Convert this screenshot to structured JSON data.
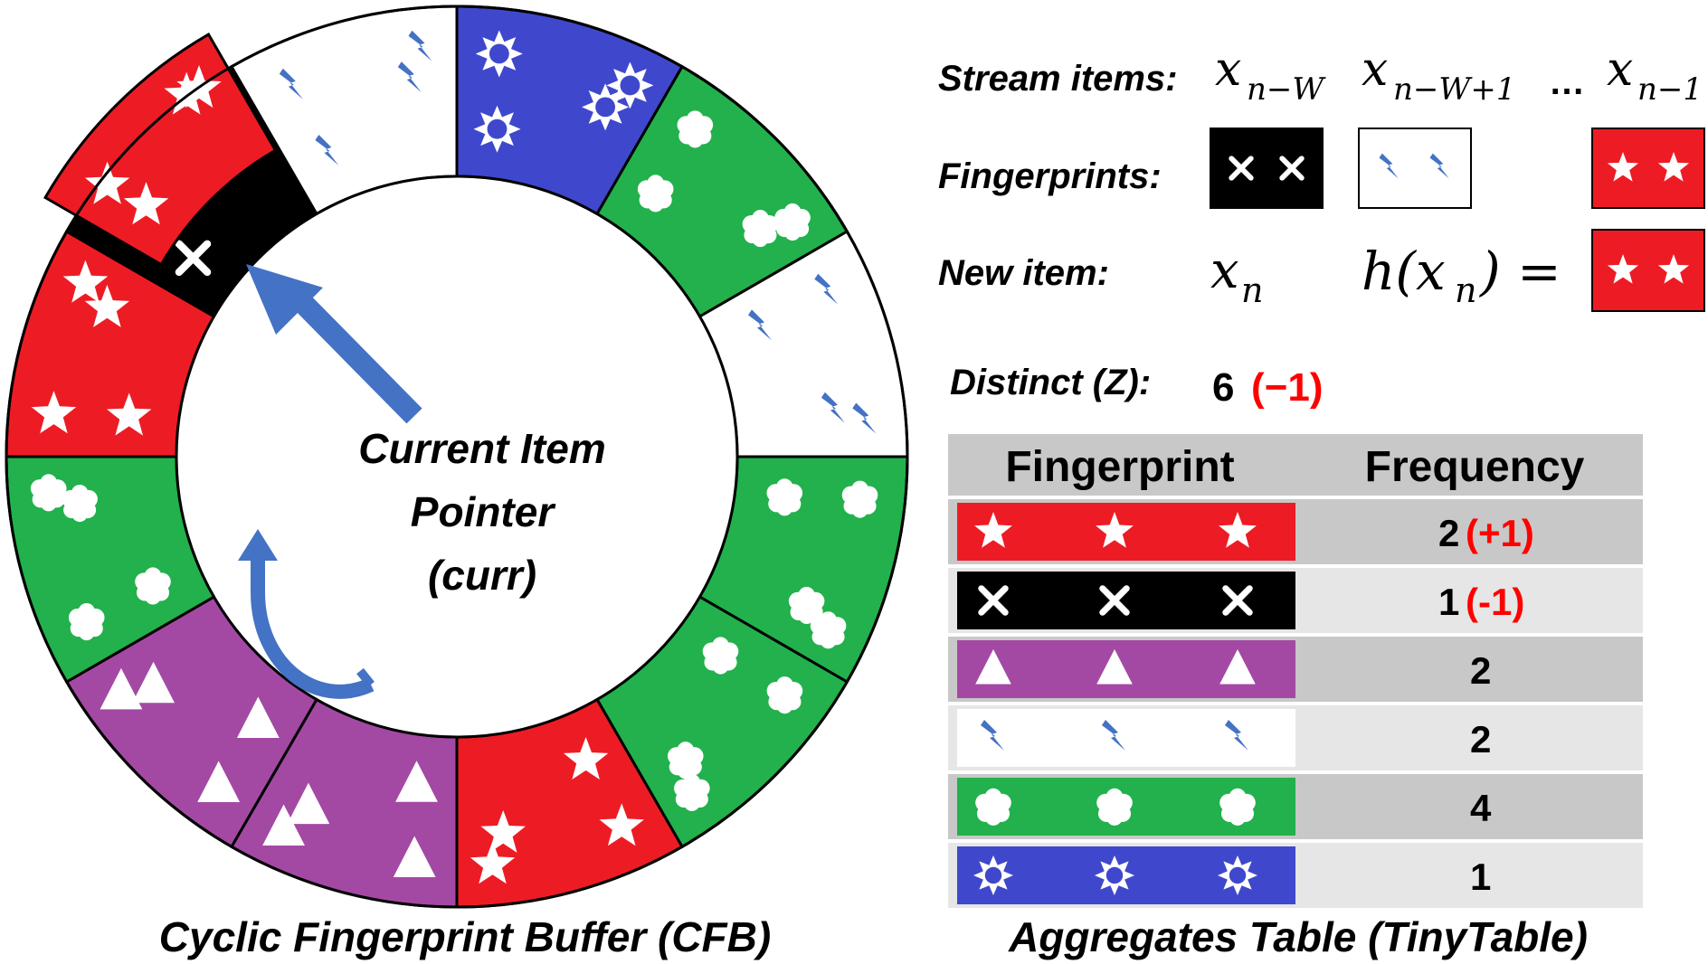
{
  "colors": {
    "red": "#ed1c24",
    "black": "#000000",
    "blue": "#3f48cc",
    "green": "#22b14c",
    "purple": "#a349a4",
    "white": "#ffffff",
    "arrow": "#4472c4",
    "accent_red": "#ff0000",
    "table_gray_dark": "#c8c8c8",
    "table_gray_light": "#e6e6e6"
  },
  "cfb": {
    "pointer_label_line1": "Current Item",
    "pointer_label_line2": "Pointer",
    "pointer_label_line3": "(curr)",
    "caption": "Cyclic Fingerprint Buffer (CFB)",
    "slots": [
      {
        "kind": "blue-star-icon",
        "color": "blue"
      },
      {
        "kind": "cloud-icon",
        "color": "green"
      },
      {
        "kind": "lightning-icon",
        "color": "white"
      },
      {
        "kind": "cloud-icon",
        "color": "green"
      },
      {
        "kind": "cloud-icon",
        "color": "green"
      },
      {
        "kind": "star-icon",
        "color": "red"
      },
      {
        "kind": "triangle-icon",
        "color": "purple"
      },
      {
        "kind": "triangle-icon",
        "color": "purple"
      },
      {
        "kind": "cloud-icon",
        "color": "green"
      },
      {
        "kind": "star-icon",
        "color": "red"
      },
      {
        "kind": "cross-icon",
        "color": "black"
      },
      {
        "kind": "lightning-icon",
        "color": "white"
      }
    ],
    "replacing": {
      "kind": "star-icon",
      "color": "red"
    }
  },
  "stream": {
    "label": "Stream items:",
    "items": [
      "x",
      "x",
      "x"
    ],
    "subs": [
      "n−W",
      "n−W+1",
      "n−1"
    ],
    "ellipsis": "…"
  },
  "fingerprints": {
    "label": "Fingerprints:",
    "boxes": [
      {
        "kind": "cross-icon",
        "color": "black"
      },
      {
        "kind": "lightning-icon",
        "color": "white"
      },
      {
        "kind": "star-icon",
        "color": "red"
      }
    ]
  },
  "new_item": {
    "label": "New item:",
    "x": "x",
    "x_sub": "n",
    "h_prefix": "h(x",
    "h_sub": "n",
    "h_suffix": ") =",
    "box": {
      "kind": "star-icon",
      "color": "red"
    }
  },
  "distinct": {
    "label": "Distinct (Z):",
    "value": "6",
    "delta": "(−1)"
  },
  "tinytable": {
    "header_fingerprint": "Fingerprint",
    "header_frequency": "Frequency",
    "caption": "Aggregates Table (TinyTable)",
    "rows": [
      {
        "kind": "star-icon",
        "color": "red",
        "freq": "2",
        "delta": "(+1)"
      },
      {
        "kind": "cross-icon",
        "color": "black",
        "freq": "1",
        "delta": "(-1)"
      },
      {
        "kind": "triangle-icon",
        "color": "purple",
        "freq": "2",
        "delta": ""
      },
      {
        "kind": "lightning-icon",
        "color": "white",
        "freq": "2",
        "delta": ""
      },
      {
        "kind": "cloud-icon",
        "color": "green",
        "freq": "4",
        "delta": ""
      },
      {
        "kind": "blue-star-icon",
        "color": "blue",
        "freq": "1",
        "delta": ""
      }
    ]
  }
}
